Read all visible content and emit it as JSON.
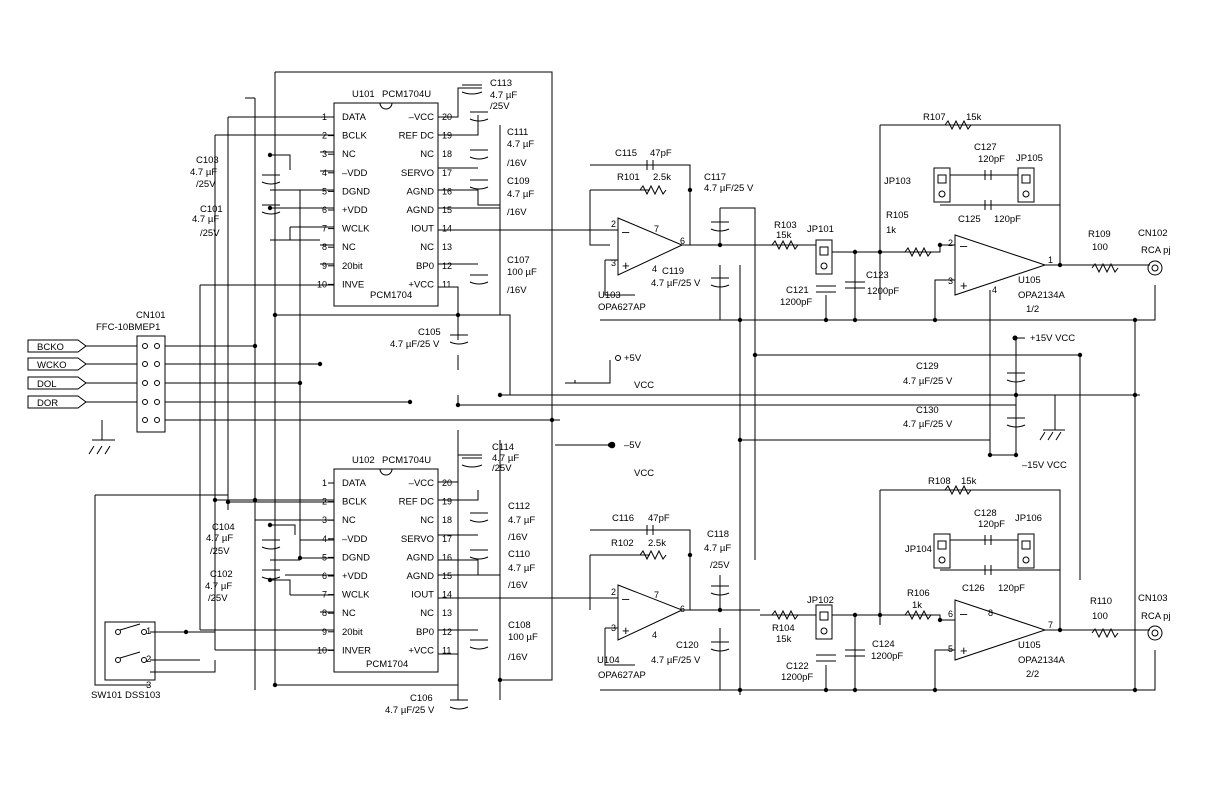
{
  "connector_in": {
    "ref": "CN101",
    "part": "FFC-10BMEP1",
    "signals": [
      "BCKO",
      "WCKO",
      "DOL",
      "DOR"
    ]
  },
  "dacs": [
    {
      "ref": "U101",
      "part": "PCM1704U",
      "body_label": "PCM1704",
      "left_pins": [
        {
          "n": "1",
          "name": "DATA"
        },
        {
          "n": "2",
          "name": "BCLK"
        },
        {
          "n": "3",
          "name": "NC"
        },
        {
          "n": "4",
          "name": "–VDD"
        },
        {
          "n": "5",
          "name": "DGND"
        },
        {
          "n": "6",
          "name": "+VDD"
        },
        {
          "n": "7",
          "name": "WCLK"
        },
        {
          "n": "8",
          "name": "NC"
        },
        {
          "n": "9",
          "name": "20bit"
        },
        {
          "n": "10",
          "name": "INVE"
        }
      ],
      "right_pins": [
        {
          "n": "20",
          "name": "–VCC"
        },
        {
          "n": "19",
          "name": "REF DC"
        },
        {
          "n": "18",
          "name": "NC"
        },
        {
          "n": "17",
          "name": "SERVO"
        },
        {
          "n": "16",
          "name": "AGND"
        },
        {
          "n": "15",
          "name": "AGND"
        },
        {
          "n": "14",
          "name": "IOUT"
        },
        {
          "n": "13",
          "name": "NC"
        },
        {
          "n": "12",
          "name": "BP0"
        },
        {
          "n": "11",
          "name": "+VCC"
        }
      ]
    },
    {
      "ref": "U102",
      "part": "PCM1704U",
      "body_label": "PCM1704",
      "left_pins": [
        {
          "n": "1",
          "name": "DATA"
        },
        {
          "n": "2",
          "name": "BCLK"
        },
        {
          "n": "3",
          "name": "NC"
        },
        {
          "n": "4",
          "name": "–VDD"
        },
        {
          "n": "5",
          "name": "DGND"
        },
        {
          "n": "6",
          "name": "+VDD"
        },
        {
          "n": "7",
          "name": "WCLK"
        },
        {
          "n": "8",
          "name": "NC"
        },
        {
          "n": "9",
          "name": "20bit"
        },
        {
          "n": "10",
          "name": "INVER"
        }
      ],
      "right_pins": [
        {
          "n": "20",
          "name": "–VCC"
        },
        {
          "n": "19",
          "name": "REF DC"
        },
        {
          "n": "18",
          "name": "NC"
        },
        {
          "n": "17",
          "name": "SERVO"
        },
        {
          "n": "16",
          "name": "AGND"
        },
        {
          "n": "15",
          "name": "AGND"
        },
        {
          "n": "14",
          "name": "IOUT"
        },
        {
          "n": "13",
          "name": "NC"
        },
        {
          "n": "12",
          "name": "BP0"
        },
        {
          "n": "11",
          "name": "+VCC"
        }
      ]
    }
  ],
  "capacitors": {
    "c113": [
      "C113",
      "4.7 µF",
      "/25V"
    ],
    "c111": [
      "C111",
      "4.7 µF",
      "/16V"
    ],
    "c109": [
      "C109",
      "4.7 µF",
      "/16V"
    ],
    "c107": [
      "C107",
      "100 µF",
      "/16V"
    ],
    "c105": [
      "C105",
      "4.7 µF/25 V"
    ],
    "c103": [
      "C103",
      "4.7 µF",
      "/25V"
    ],
    "c101": [
      "C101",
      "4.7 µF",
      "/25V"
    ],
    "c114": [
      "C114",
      "4.7 µF",
      "/25V"
    ],
    "c112": [
      "C112",
      "4.7 µF",
      "/16V"
    ],
    "c110": [
      "C110",
      "4.7 µF",
      "/16V"
    ],
    "c108": [
      "C108",
      "100 µF",
      "/16V"
    ],
    "c106": [
      "C106",
      "4.7 µF/25 V"
    ],
    "c104": [
      "C104",
      "4.7 µF",
      "/25V"
    ],
    "c102": [
      "C102",
      "4.7 µF",
      "/25V"
    ],
    "c115": [
      "C115",
      "47pF"
    ],
    "c116": [
      "C116",
      "47pF"
    ],
    "c117": [
      "C117",
      "4.7 µF/25 V"
    ],
    "c118": [
      "C118",
      "4.7 µF",
      "/25V"
    ],
    "c119": [
      "C119",
      "4.7 µF/25 V"
    ],
    "c120": [
      "C120",
      "4.7 µF/25 V"
    ],
    "c121": [
      "C121",
      "1200pF"
    ],
    "c122": [
      "C122",
      "1200pF"
    ],
    "c123": [
      "C123",
      "1200pF"
    ],
    "c124": [
      "C124",
      "1200pF"
    ],
    "c125": [
      "C125",
      "120pF"
    ],
    "c126": [
      "C126",
      "120pF"
    ],
    "c127": [
      "C127",
      "120pF"
    ],
    "c128": [
      "C128",
      "120pF"
    ],
    "c129": [
      "C129",
      "4.7 µF/25 V"
    ],
    "c130": [
      "C130",
      "4.7 µF/25 V"
    ]
  },
  "resistors": {
    "r101": [
      "R101",
      "2.5k"
    ],
    "r102": [
      "R102",
      "2.5k"
    ],
    "r103": [
      "R103",
      "15k"
    ],
    "r104": [
      "R104",
      "15k"
    ],
    "r105": [
      "R105",
      "1k"
    ],
    "r106": [
      "R106",
      "1k"
    ],
    "r107": [
      "R107",
      "15k"
    ],
    "r108": [
      "R108",
      "15k"
    ],
    "r109": [
      "R109",
      "100"
    ],
    "r110": [
      "R110",
      "100"
    ]
  },
  "opamps": {
    "u103": [
      "U103",
      "OPA627AP"
    ],
    "u104": [
      "U104",
      "OPA627AP"
    ],
    "u105a": [
      "U105",
      "OPA2134A",
      "1/2"
    ],
    "u105b": [
      "U105",
      "OPA2134A",
      "2/2"
    ]
  },
  "jumpers": [
    "JP101",
    "JP102",
    "JP103",
    "JP104",
    "JP105",
    "JP106"
  ],
  "outputs": [
    {
      "ref": "CN102",
      "type": "RCA pj"
    },
    {
      "ref": "CN103",
      "type": "RCA pj"
    }
  ],
  "switch": {
    "ref": "SW101",
    "part": "DSS103",
    "pins": [
      "1",
      "2",
      "3"
    ]
  },
  "rails": {
    "p5": "+5V",
    "m5": "–5V",
    "vcc": "VCC",
    "p15": "+15V VCC",
    "m15": "–15V VCC"
  },
  "pin_numbers": {
    "u103": [
      "2",
      "3",
      "7",
      "4",
      "6"
    ],
    "u104": [
      "2",
      "3",
      "7",
      "4",
      "6"
    ],
    "u105a": [
      "2",
      "3",
      "1",
      "4"
    ],
    "u105b": [
      "6",
      "5",
      "7",
      "8"
    ]
  }
}
